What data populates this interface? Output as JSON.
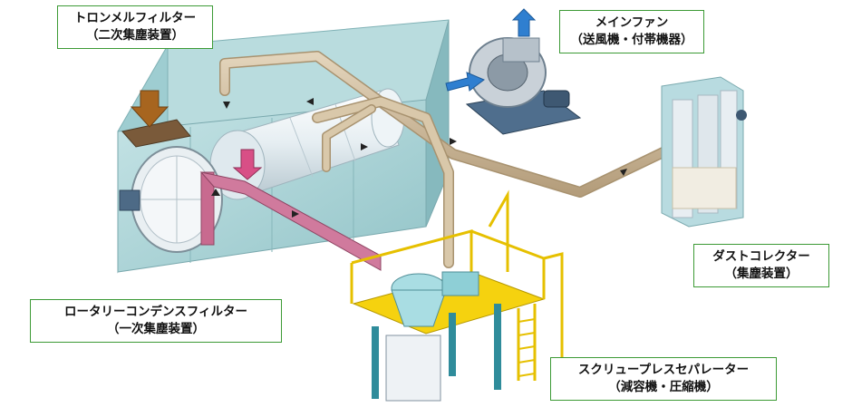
{
  "labels": {
    "trommel": {
      "name": "トロンメルフィルター",
      "sub": "（二次集塵装置）"
    },
    "main_fan": {
      "name": "メインファン",
      "sub": "（送風機・付帯機器）"
    },
    "dust_collector": {
      "name": "ダストコレクター",
      "sub": "（集塵装置）"
    },
    "rotary": {
      "name": "ロータリーコンデンスフィルター",
      "sub": "（一次集塵装置）"
    },
    "screw_press": {
      "name": "スクリュープレスセパレーター",
      "sub": "（減容機・圧縮機）"
    }
  },
  "colors": {
    "label_border": "#3c9a35",
    "enclosure": "#a9d3d6",
    "duct": "#c9b597",
    "pink_duct": "#c86a8f",
    "platform": "#f5d20f",
    "air_arrow": "#2f7fd0"
  }
}
